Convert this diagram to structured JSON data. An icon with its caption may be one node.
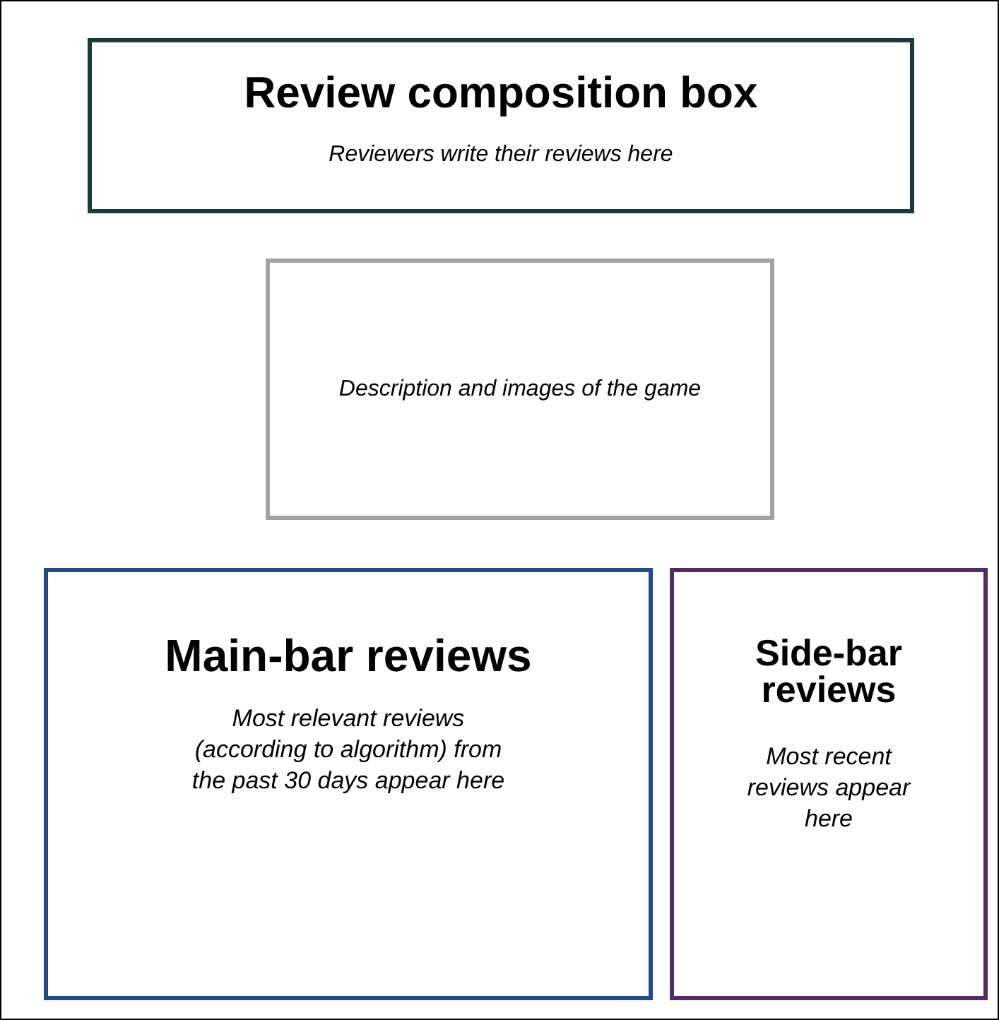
{
  "diagram": {
    "nodes": [
      {
        "text": [
          "Review composition box",
          "Reviewers write their reviews here"
        ]
      },
      {
        "text": [
          "Description and images of the game"
        ]
      },
      {
        "text": [
          "Main-bar reviews",
          "Most relevant reviews (according to algorithm) from the past 30 days appear here"
        ]
      },
      {
        "text": [
          "Side-bar reviews",
          "Most recent reviews appear here"
        ]
      }
    ]
  }
}
